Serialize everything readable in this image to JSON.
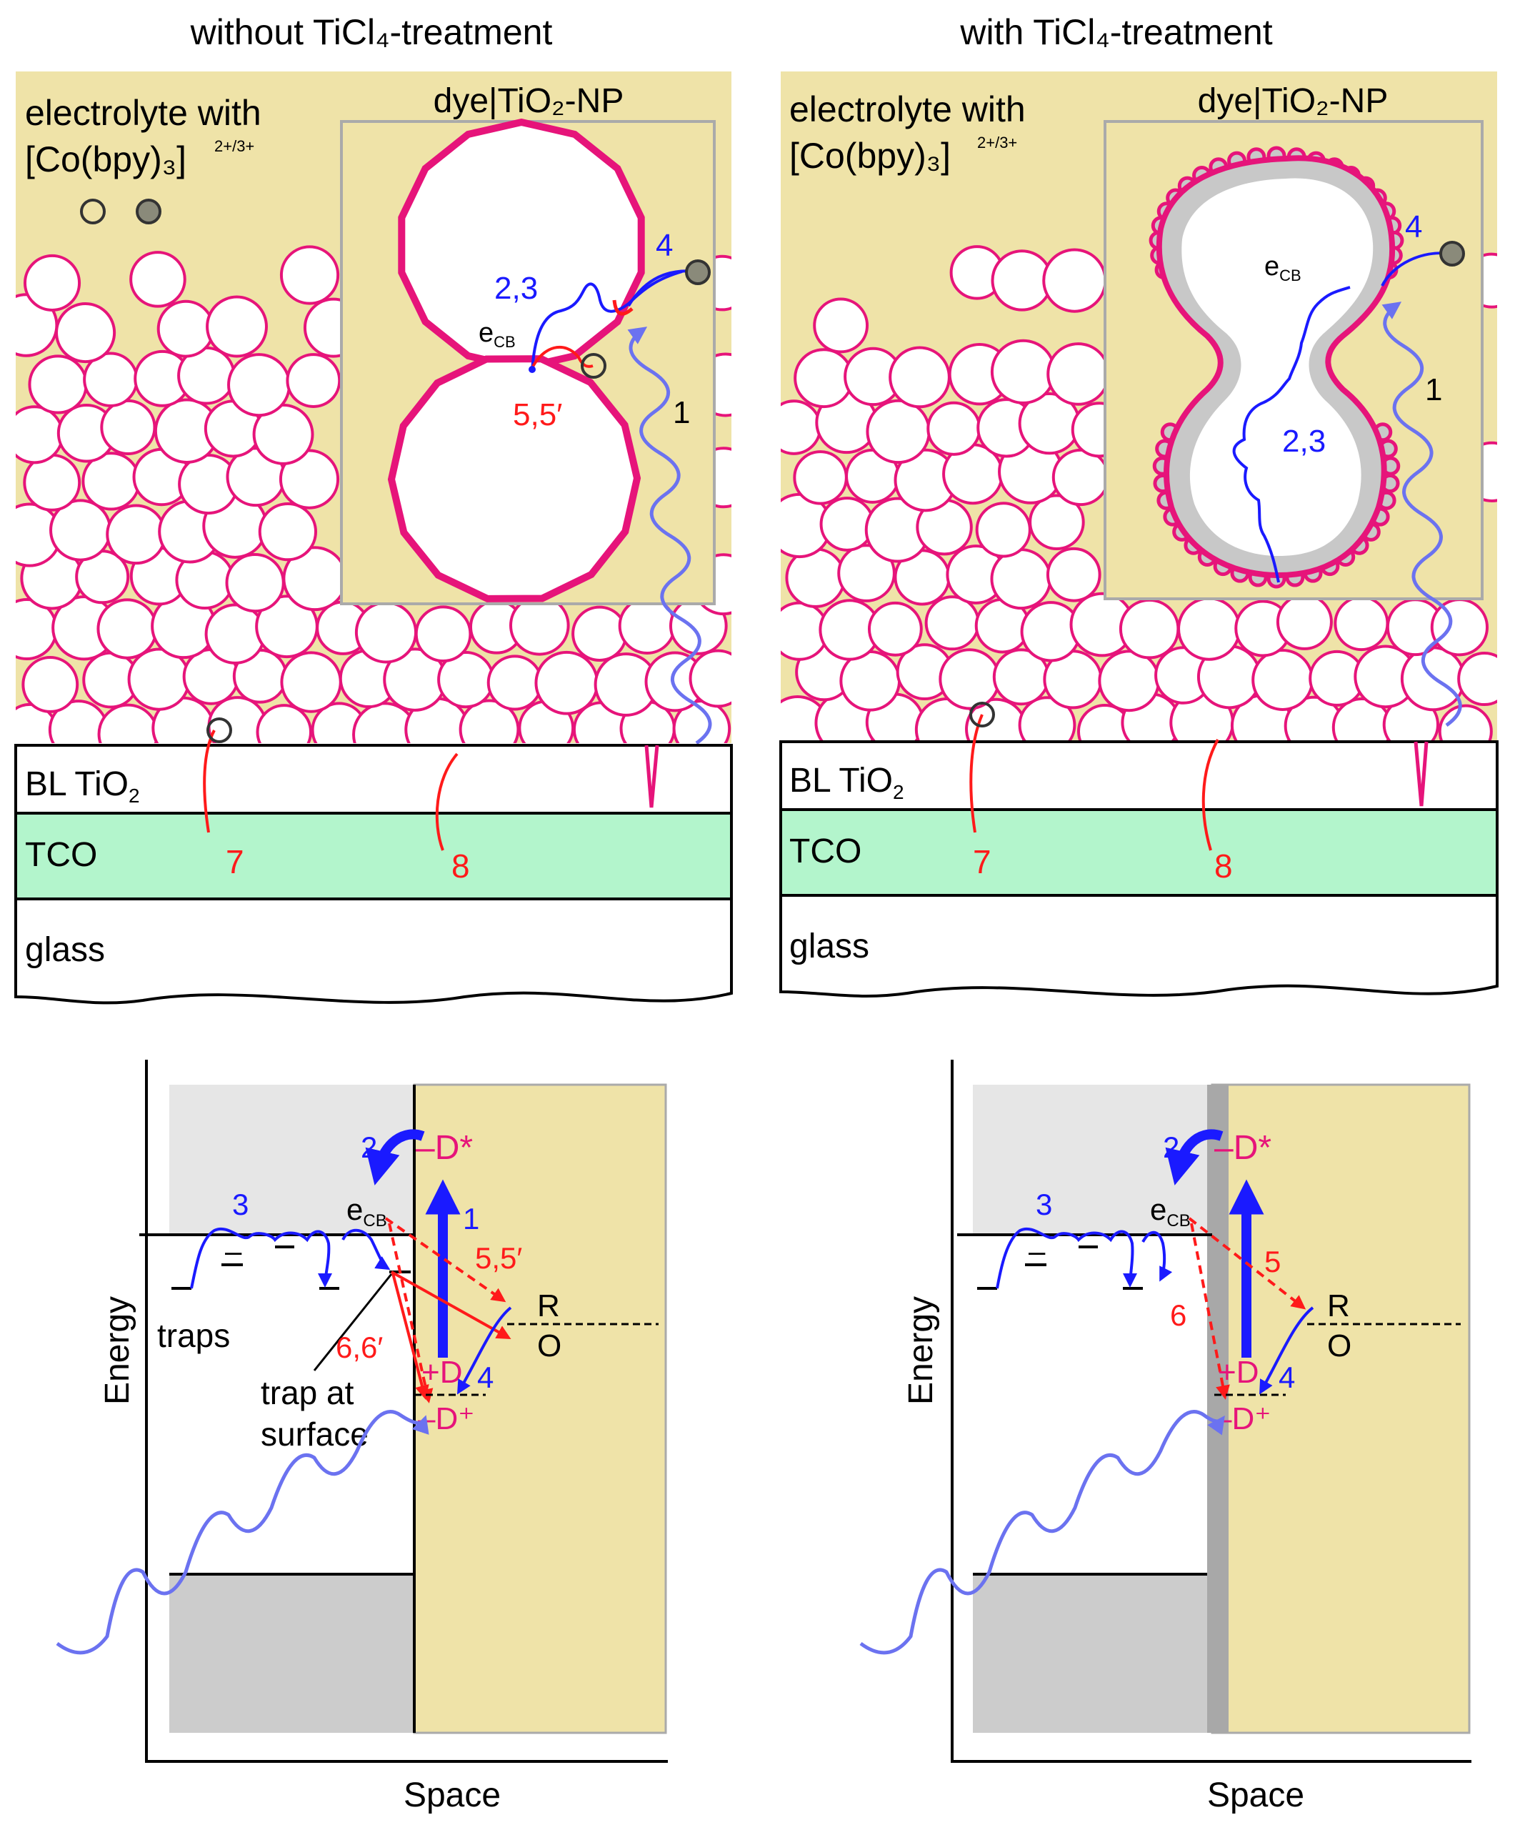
{
  "panels": {
    "left": {
      "title": "without TiCl₄-treatment",
      "electrolyte_line1": "electrolyte with",
      "electrolyte_line2": "[Co(bpy)₃]",
      "electrolyte_charge": "2+/3+",
      "inset_title": "dye|TiO₂-NP",
      "ecb": "e",
      "ecb_sub": "CB",
      "label_4": "4",
      "label_23": "2,3",
      "label_55": "5,5′",
      "label_1": "1",
      "bl": "BL TiO",
      "bl_sub": "2",
      "tco": "TCO",
      "glass": "glass",
      "label_7": "7",
      "label_8": "8"
    },
    "right": {
      "title": "with TiCl₄-treatment",
      "electrolyte_line1": "electrolyte with",
      "electrolyte_line2": "[Co(bpy)₃]",
      "electrolyte_charge": "2+/3+",
      "inset_title": "dye|TiO₂-NP",
      "ecb": "e",
      "ecb_sub": "CB",
      "label_4": "4",
      "label_23": "2,3",
      "label_1": "1",
      "bl": "BL TiO",
      "bl_sub": "2",
      "tco": "TCO",
      "glass": "glass",
      "label_7": "7",
      "label_8": "8"
    }
  },
  "energy": {
    "left": {
      "ylabel": "Energy",
      "xlabel": "Space",
      "label_2": "2",
      "label_3": "3",
      "label_1": "1",
      "label_55": "5,5′",
      "label_66": "6,6′",
      "label_4": "4",
      "dstar": "D*",
      "d": "D",
      "dplus": "D⁺",
      "r": "R",
      "o": "O",
      "ecb": "e",
      "ecb_sub": "CB",
      "traps": "traps",
      "trap_surface_1": "trap at",
      "trap_surface_2": "surface"
    },
    "right": {
      "ylabel": "Energy",
      "xlabel": "Space",
      "label_2": "2",
      "label_3": "3",
      "label_5": "5",
      "label_6": "6",
      "label_4": "4",
      "dstar": "D*",
      "d": "D",
      "dplus": "D⁺",
      "r": "R",
      "o": "O",
      "ecb": "e",
      "ecb_sub": "CB"
    }
  },
  "colors": {
    "electrolyte": "#efe3a8",
    "particle_stroke": "#e6147a",
    "tco": "#b3f5cc",
    "blue": "#1a1aff",
    "light_blue": "#6b72f0",
    "red": "#ff1a1a",
    "magenta": "#e6147a",
    "cb_gray": "#e6e6e6",
    "vb_gray": "#cccccc",
    "shell_gray": "#c8c8c8"
  }
}
